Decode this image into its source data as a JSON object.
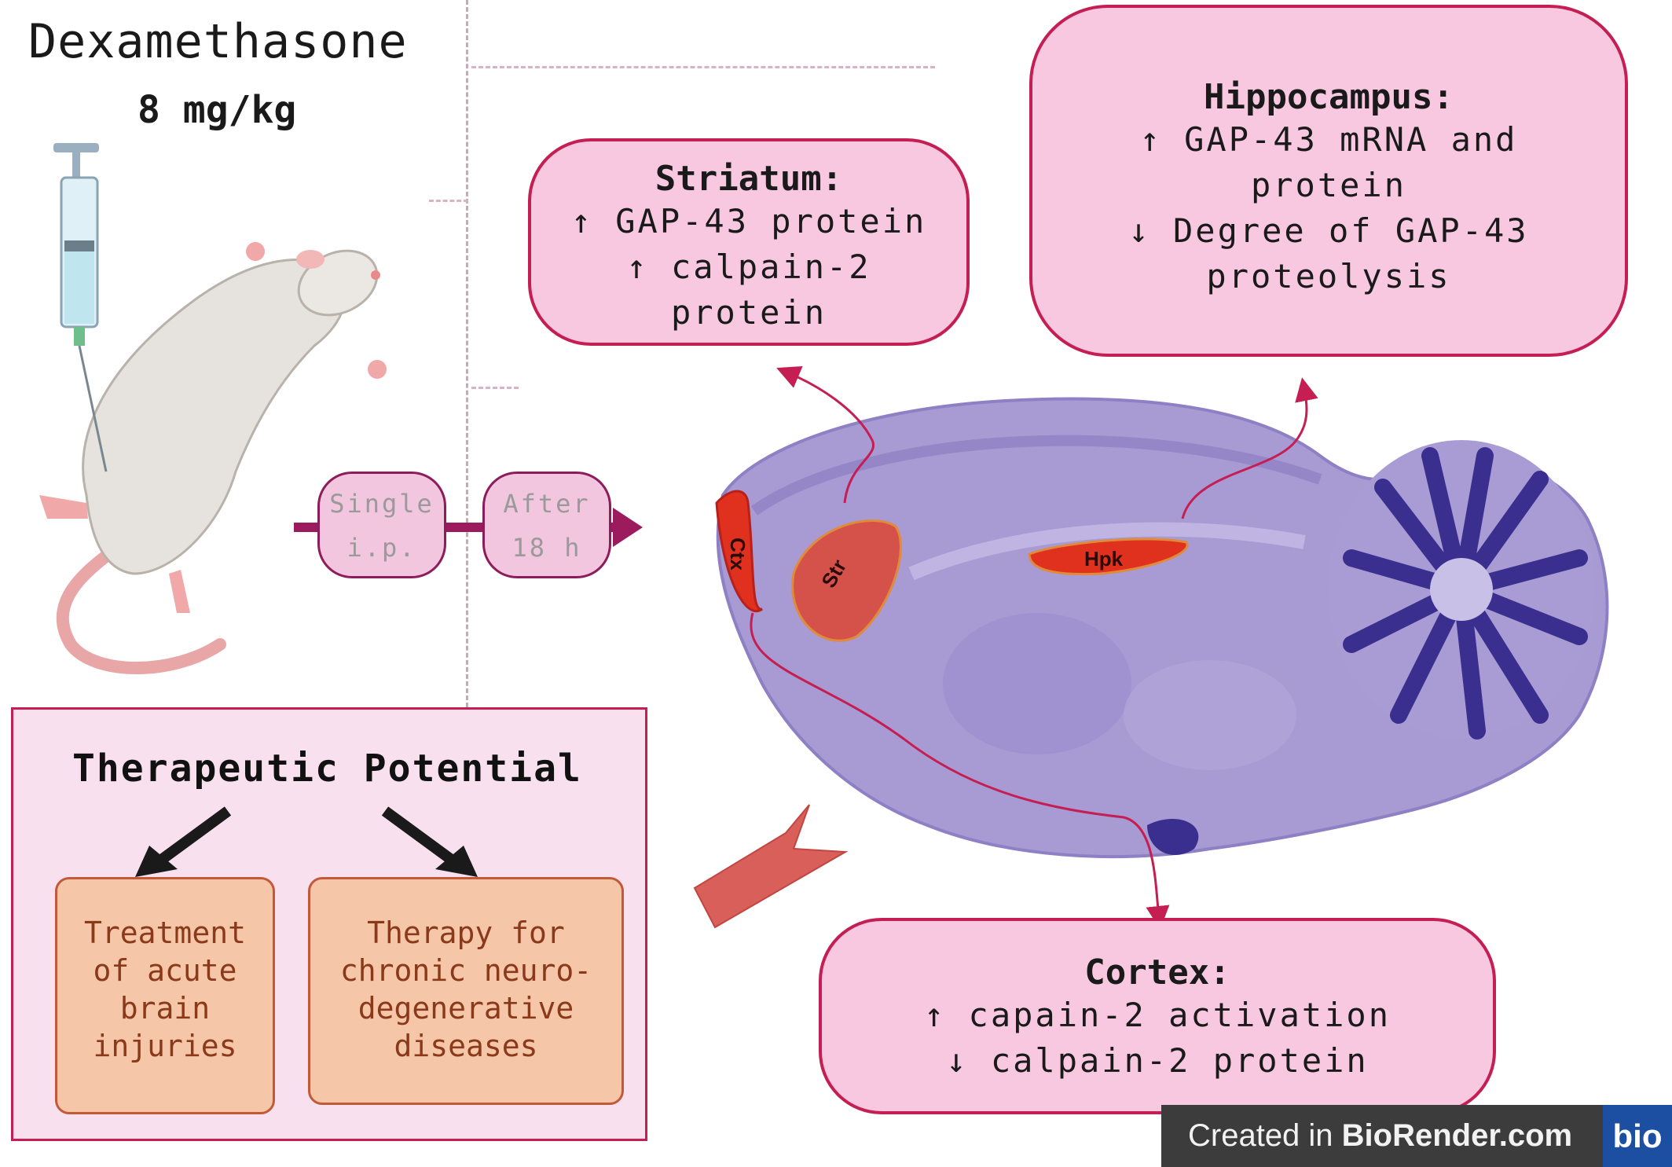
{
  "drug": {
    "name": "Dexamethasone",
    "dose": "8 mg/kg"
  },
  "administration": {
    "route": {
      "line1": "Single",
      "line2": "i.p."
    },
    "timing": {
      "line1": "After",
      "line2": "18 h"
    }
  },
  "brain_regions": {
    "cortex": "Ctx",
    "striatum": "Str",
    "hippocampus": "Hpk"
  },
  "findings": {
    "striatum": {
      "heading": "Striatum:",
      "lines": [
        "↑ GAP-43 protein",
        "↑ calpain-2",
        "protein"
      ]
    },
    "hippocampus": {
      "heading": "Hippocampus:",
      "lines": [
        "↑ GAP-43 mRNA and",
        "protein",
        "↓ Degree of GAP-43",
        "proteolysis"
      ]
    },
    "cortex": {
      "heading": "Cortex:",
      "lines": [
        "↑ capain-2 activation",
        "↓ calpain-2 protein"
      ]
    }
  },
  "therapeutic": {
    "title": "Therapeutic Potential",
    "options": [
      {
        "lines": [
          "Treatment",
          "of acute",
          "brain",
          "injuries"
        ]
      },
      {
        "lines": [
          "Therapy for",
          "chronic neuro-",
          "degenerative",
          "diseases"
        ]
      }
    ]
  },
  "credit": {
    "prefix": "Created in ",
    "brand": "BioRender.com",
    "logo": "bio"
  },
  "colors": {
    "finding_box_fill": "#f7c8e0",
    "finding_box_border": "#c41e52",
    "region_fill": "#e0301e",
    "brain_tissue": "#9c8fcc",
    "cerebellum": "#3a2f8f",
    "arrow": "#9c1a5e",
    "therapy_box_fill": "#f5c6a8"
  },
  "icons": [
    "syringe-icon",
    "rat-icon",
    "brain-section-icon",
    "arrow-right-icon",
    "chevron-arrow-icon"
  ]
}
